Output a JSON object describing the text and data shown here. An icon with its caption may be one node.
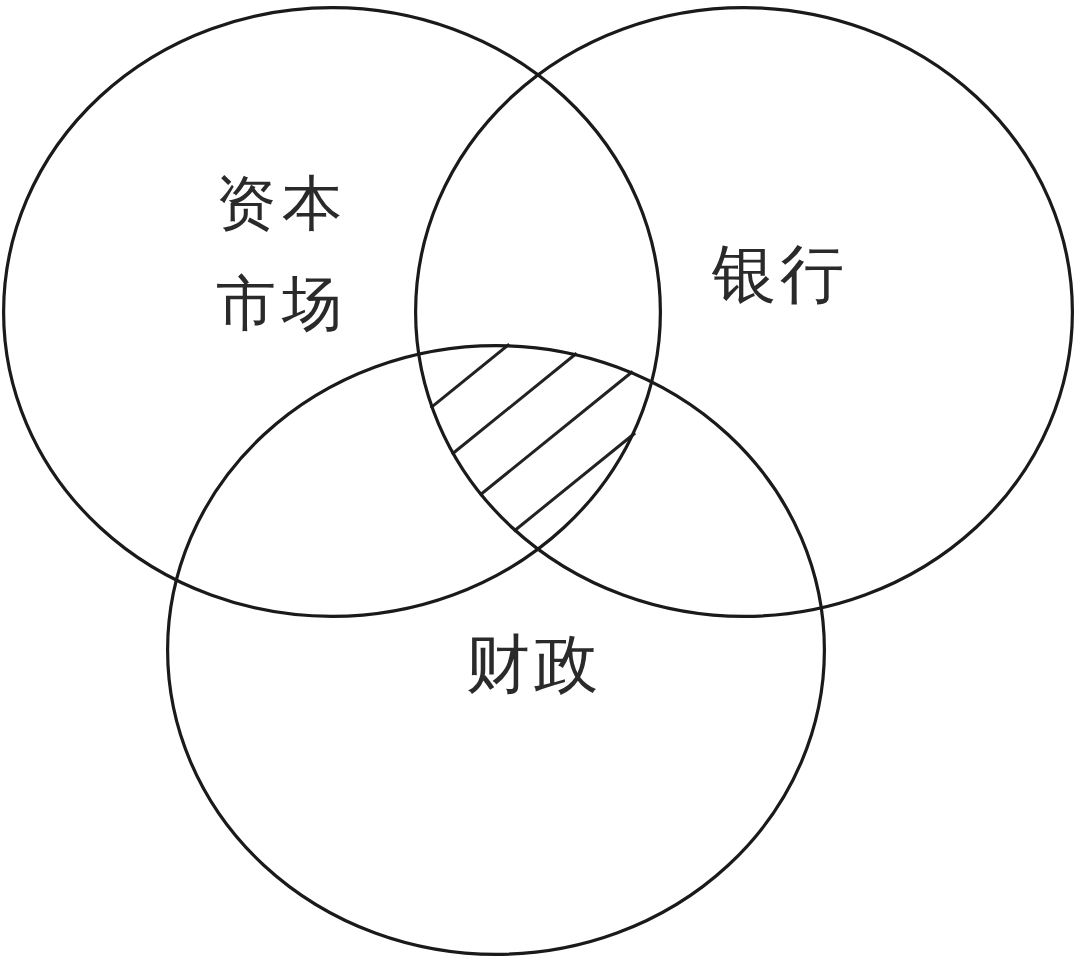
{
  "diagram": {
    "nodes": [
      {
        "text": [
          "资本市场"
        ]
      },
      {
        "text": [
          "银行"
        ]
      },
      {
        "text": [
          "财政"
        ]
      }
    ]
  }
}
